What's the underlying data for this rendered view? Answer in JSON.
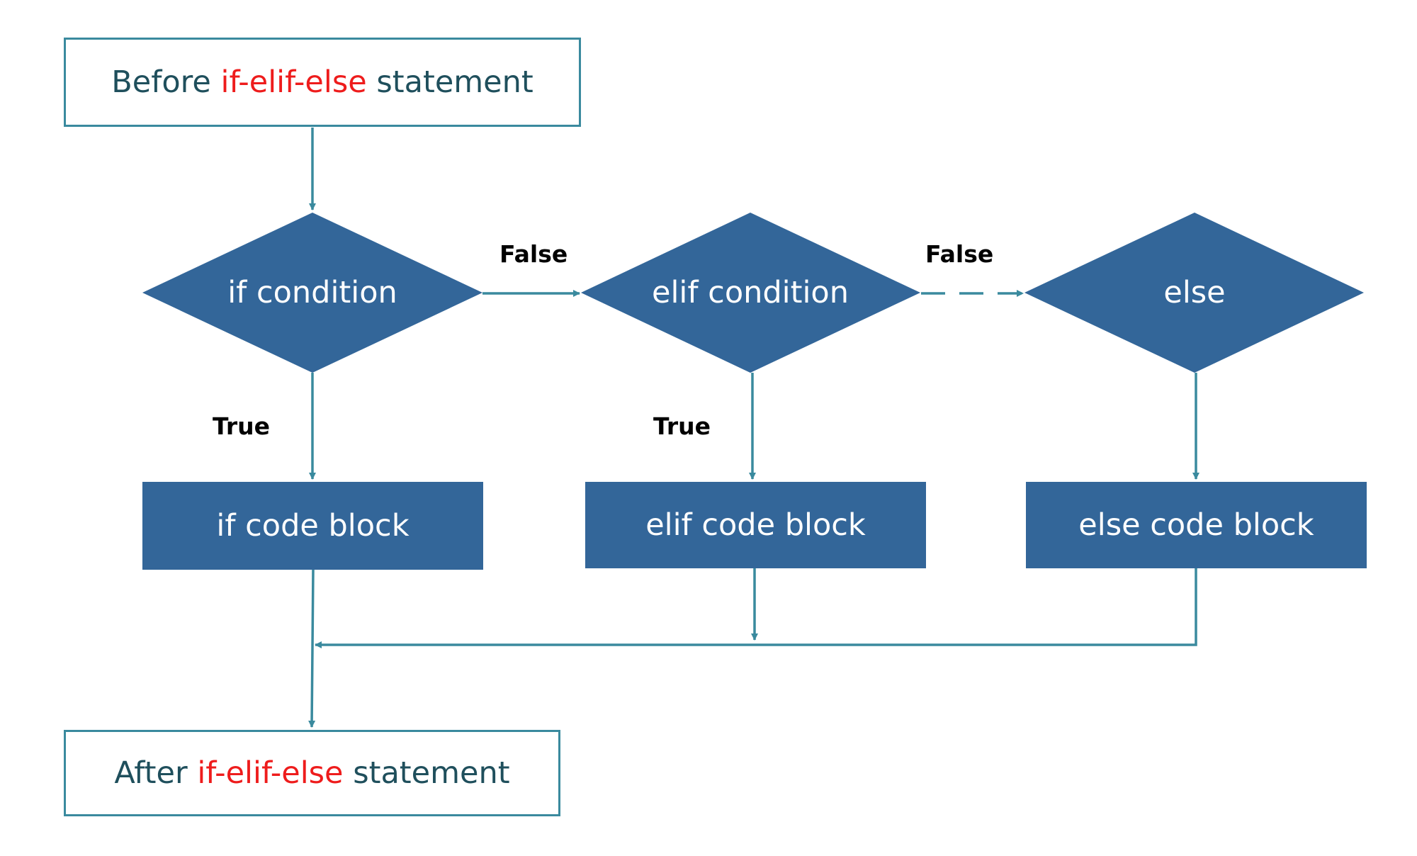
{
  "nodes": {
    "start": {
      "prefix": "Before",
      "keyword": "if-elif-else",
      "suffix": "statement"
    },
    "if_condition": {
      "label": "if condition"
    },
    "elif_condition": {
      "label": "elif condition"
    },
    "else": {
      "label": "else"
    },
    "if_block": {
      "label": "if code block"
    },
    "elif_block": {
      "label": "elif code block"
    },
    "else_block": {
      "label": "else code block"
    },
    "end": {
      "prefix": "After",
      "keyword": "if-elif-else",
      "suffix": "statement"
    }
  },
  "edges": {
    "if_false": "False",
    "elif_false": "False",
    "if_true": "True",
    "elif_true": "True"
  },
  "colors": {
    "shape_fill": "#336699",
    "connector": "#3a8a9e",
    "keyword": "#ee1c1c",
    "outline_text": "#1f4f5c"
  }
}
